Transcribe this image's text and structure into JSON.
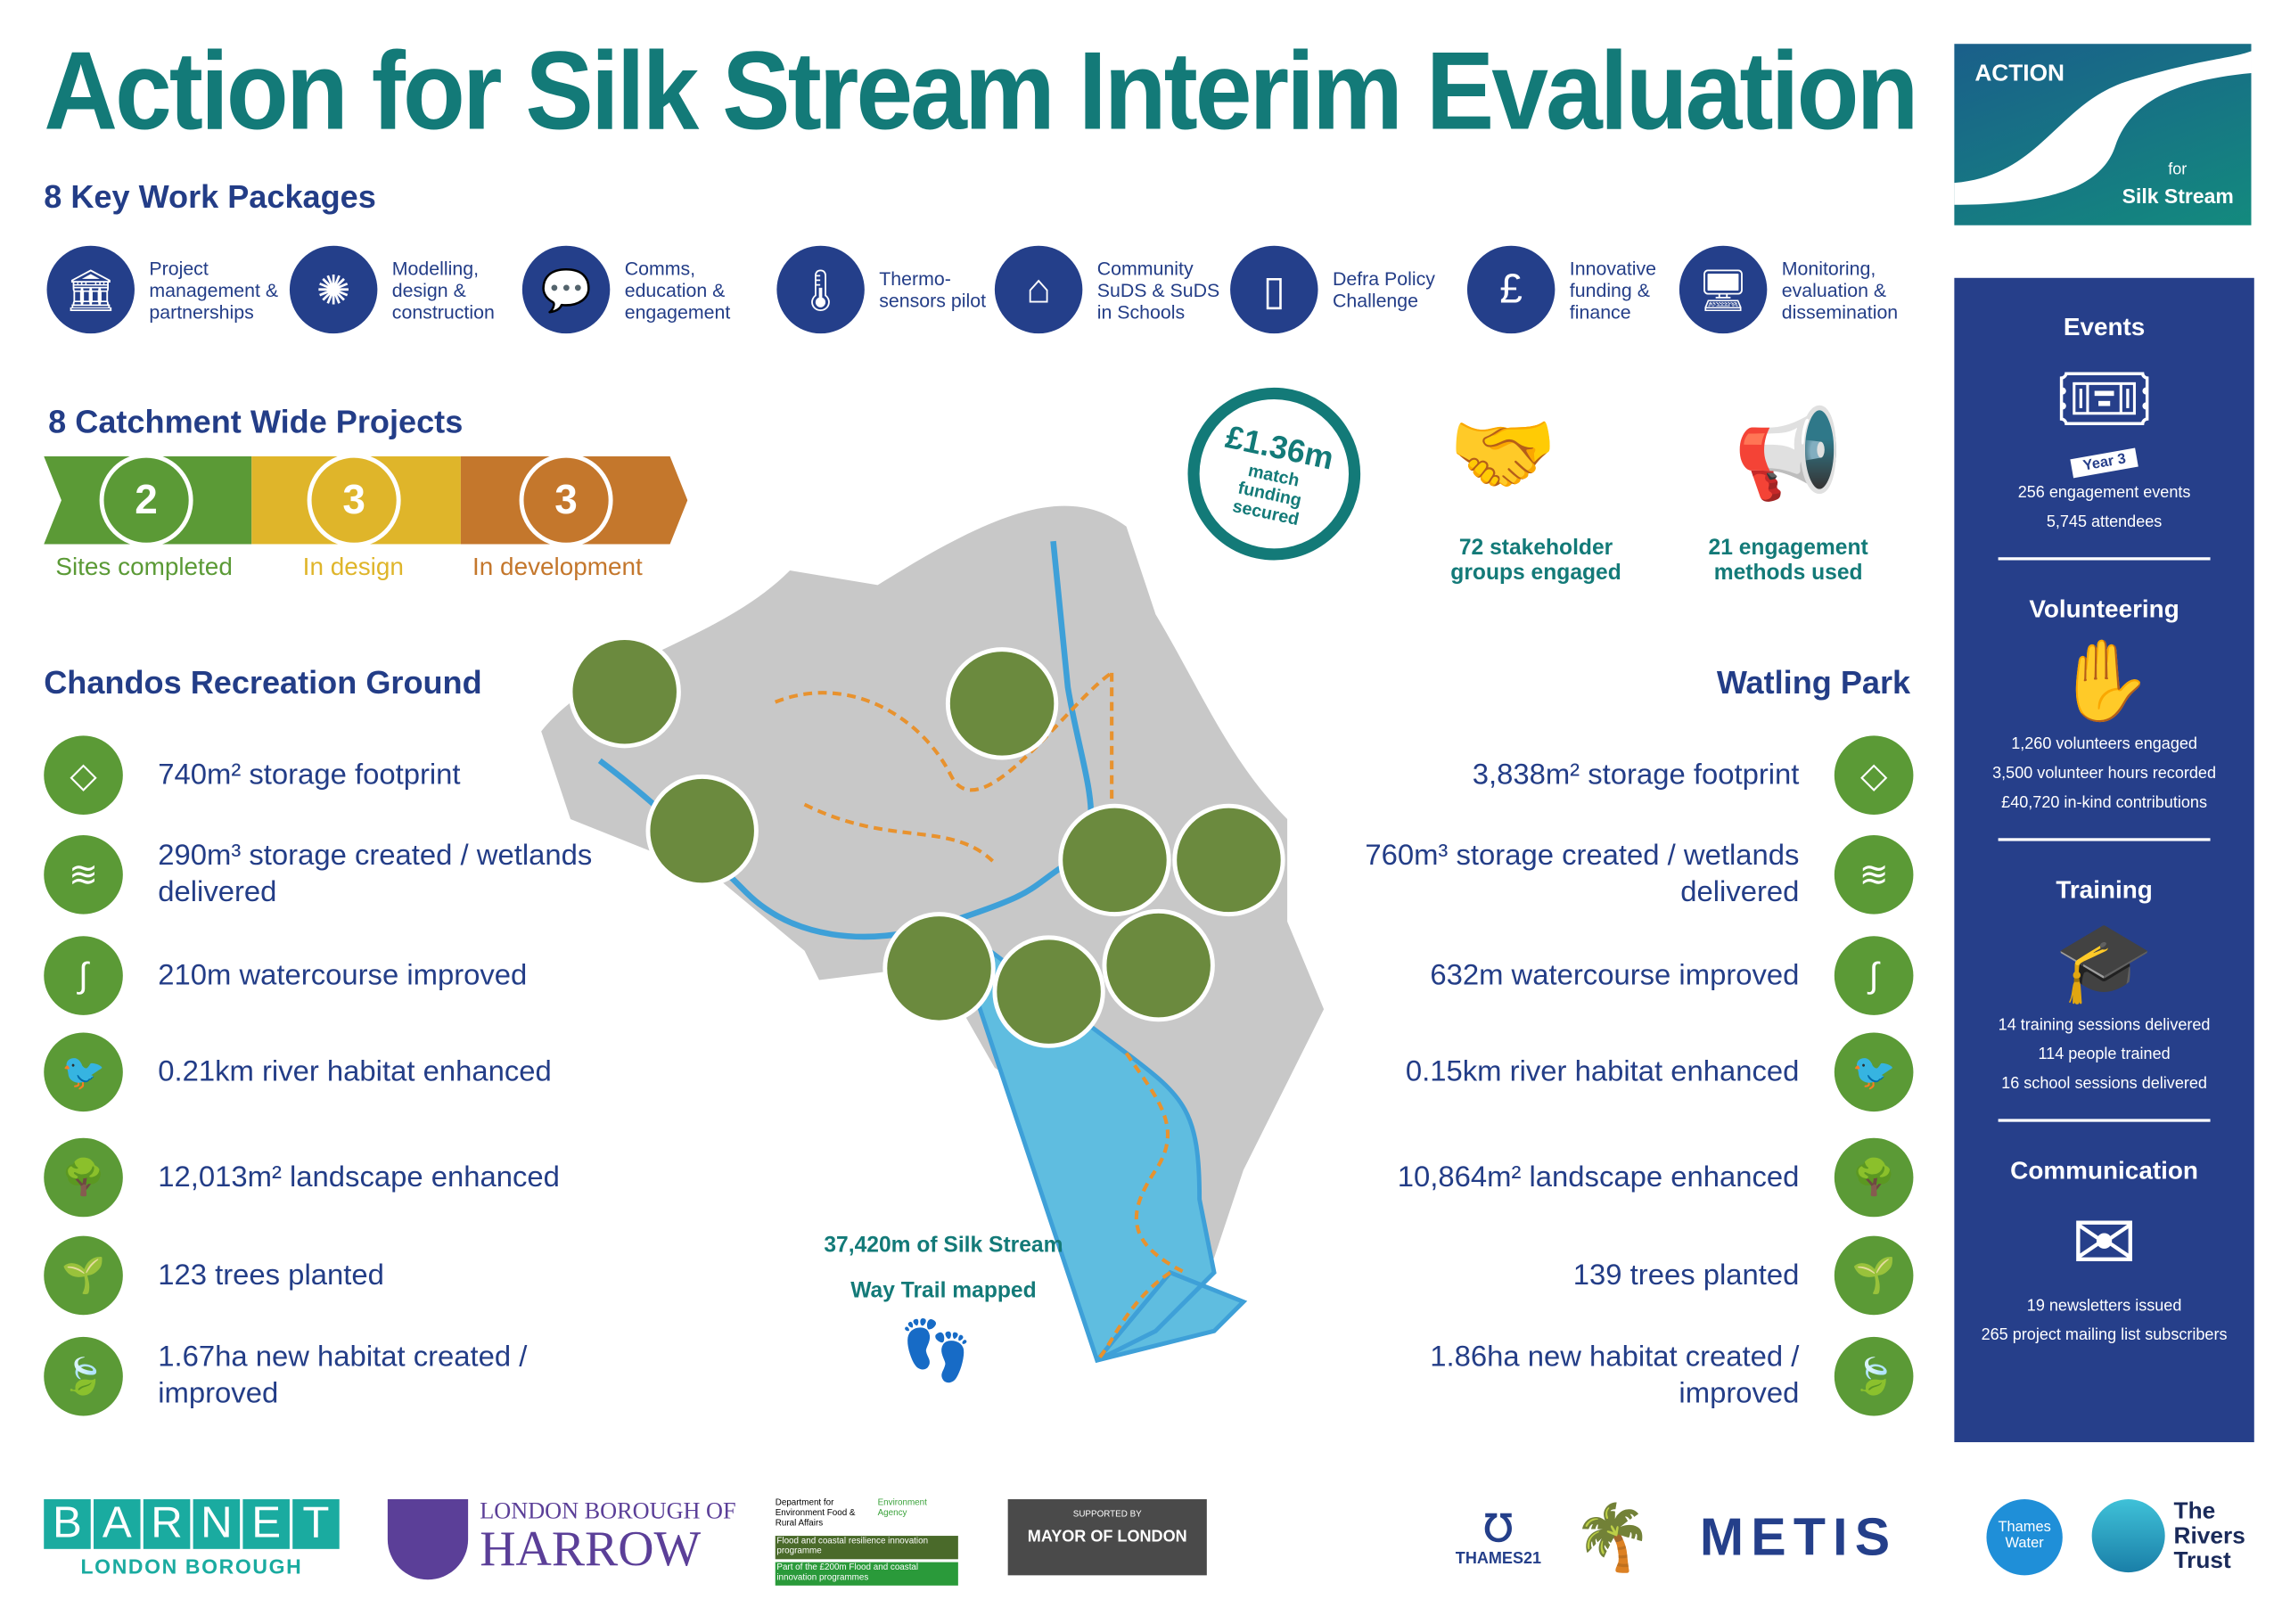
{
  "title": "Action for Silk Stream Interim Evaluation",
  "brand": {
    "line1": "ACTION",
    "line2": "for",
    "line3": "Silk Stream"
  },
  "work_packages": {
    "heading": "8 Key Work Packages",
    "items": [
      {
        "icon": "building-icon",
        "glyph": "🏛",
        "label": "Project management & partnerships"
      },
      {
        "icon": "network-icon",
        "glyph": "✺",
        "label": "Modelling, design & construction"
      },
      {
        "icon": "chat-icon",
        "glyph": "💬",
        "label": "Comms, education & engagement"
      },
      {
        "icon": "thermometer-icon",
        "glyph": "🌡",
        "label": "Thermo-sensors pilot"
      },
      {
        "icon": "house-icon",
        "glyph": "⌂",
        "label": "Community SuDS & SuDS in Schools"
      },
      {
        "icon": "document-icon",
        "glyph": "▯",
        "label": "Defra Policy Challenge"
      },
      {
        "icon": "pound-icon",
        "glyph": "£",
        "label": "Innovative funding & finance"
      },
      {
        "icon": "monitor-icon",
        "glyph": "🖥",
        "label": "Monitoring, evaluation & dissemination"
      }
    ]
  },
  "projects": {
    "heading": "8 Catchment Wide Projects",
    "stages": [
      {
        "count": "2",
        "label": "Sites completed",
        "color": "#5b9a36"
      },
      {
        "count": "3",
        "label": "In design",
        "color": "#dfb52a"
      },
      {
        "count": "3",
        "label": "In development",
        "color": "#c4772c"
      }
    ]
  },
  "funding": {
    "amount": "£1.36m",
    "text": "match funding secured"
  },
  "headline": [
    {
      "icon": "handshake-icon",
      "text": "72 stakeholder groups engaged"
    },
    {
      "icon": "megaphone-icon",
      "text": "21 engagement methods used"
    }
  ],
  "trail": {
    "line1": "37,420m of Silk Stream",
    "line2": "Way Trail mapped"
  },
  "chandos": {
    "name": "Chandos Recreation Ground",
    "stats": [
      {
        "icon": "storage-icon",
        "glyph": "◇",
        "text": "740m² storage footprint"
      },
      {
        "icon": "wetland-icon",
        "glyph": "≋",
        "text": "290m³ storage created / wetlands delivered"
      },
      {
        "icon": "watercourse-icon",
        "glyph": "∫",
        "text": "210m watercourse improved"
      },
      {
        "icon": "bird-icon",
        "glyph": "🐦",
        "text": "0.21km river habitat enhanced"
      },
      {
        "icon": "trees-icon",
        "glyph": "🌳",
        "text": "12,013m² landscape enhanced"
      },
      {
        "icon": "seedling-icon",
        "glyph": "🌱",
        "text": "123 trees planted"
      },
      {
        "icon": "leaf-icon",
        "glyph": "🍃",
        "text": "1.67ha new habitat created / improved"
      }
    ]
  },
  "watling": {
    "name": "Watling Park",
    "stats": [
      {
        "icon": "storage-icon",
        "glyph": "◇",
        "text": "3,838m² storage footprint"
      },
      {
        "icon": "wetland-icon",
        "glyph": "≋",
        "text": "760m³ storage created / wetlands delivered"
      },
      {
        "icon": "watercourse-icon",
        "glyph": "∫",
        "text": "632m watercourse improved"
      },
      {
        "icon": "bird-icon",
        "glyph": "🐦",
        "text": "0.15km river habitat enhanced"
      },
      {
        "icon": "trees-icon",
        "glyph": "🌳",
        "text": "10,864m² landscape enhanced"
      },
      {
        "icon": "seedling-icon",
        "glyph": "🌱",
        "text": "139 trees planted"
      },
      {
        "icon": "leaf-icon",
        "glyph": "🍃",
        "text": "1.86ha new habitat created / improved"
      }
    ]
  },
  "panel": [
    {
      "title": "Events",
      "icon": "ticket-icon",
      "glyph": "🎟",
      "ticket_text": "Year 3",
      "lines": [
        "256 engagement events",
        "5,745 attendees"
      ]
    },
    {
      "title": "Volunteering",
      "icon": "hand-icon",
      "glyph": "✋",
      "lines": [
        "1,260 volunteers engaged",
        "3,500 volunteer hours recorded",
        "£40,720 in-kind contributions"
      ]
    },
    {
      "title": "Training",
      "icon": "graduation-cap-icon",
      "glyph": "🎓",
      "lines": [
        "14 training sessions delivered",
        "114 people trained",
        "16 school sessions delivered"
      ]
    },
    {
      "title": "Communication",
      "icon": "envelope-icon",
      "glyph": "✉",
      "lines": [
        "19 newsletters issued",
        "265 project mailing list subscribers"
      ]
    }
  ],
  "logos": {
    "barnet": "BARNET",
    "barnet_sub": "LONDON BOROUGH",
    "harrow_top": "LONDON BOROUGH OF",
    "harrow": "HARROW",
    "defra": "Department for Environment Food & Rural Affairs",
    "ea": "Environment Agency",
    "fcri1": "Flood and coastal resilience innovation programme",
    "fcri2": "Part of the £200m Flood and coastal innovation programmes",
    "mayor_top": "SUPPORTED BY",
    "mayor": "MAYOR OF LONDON",
    "thames21": "THAMES21",
    "metis": "METIS",
    "thames_water": "Thames Water",
    "rivers_trust": "The Rivers Trust"
  }
}
